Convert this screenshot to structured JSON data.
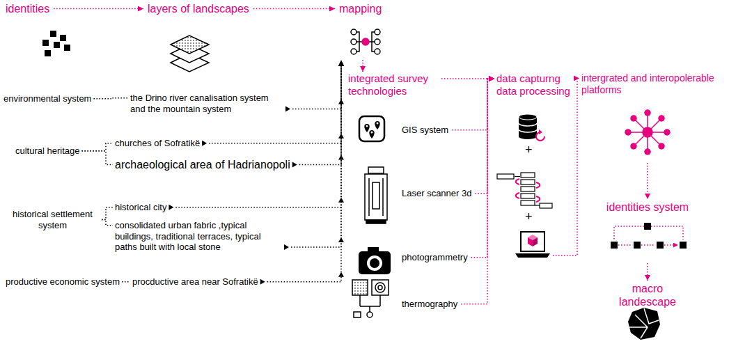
{
  "diagram": {
    "nodes": [
      {
        "text": [
          "identities"
        ]
      },
      {
        "text": [
          "layers of landscapes"
        ]
      },
      {
        "text": [
          "mapping"
        ]
      },
      {
        "text": [
          "environmental system"
        ]
      },
      {
        "text": [
          "the Drino river canalisation system and the mountain system"
        ]
      },
      {
        "text": [
          "cultural heritage"
        ]
      },
      {
        "text": [
          "churches of Sofratikë"
        ]
      },
      {
        "text": [
          "archaeological area of Hadrianopoli"
        ]
      },
      {
        "text": [
          "historical settlement system"
        ]
      },
      {
        "text": [
          "historical city"
        ]
      },
      {
        "text": [
          "consolidated urban fabric ,typical buildings, traditional terraces, typical paths built with local stone"
        ]
      },
      {
        "text": [
          "productive economic system"
        ]
      },
      {
        "text": [
          "procductive area near Sofratikë"
        ]
      },
      {
        "text": [
          "integrated survey technologies"
        ]
      },
      {
        "text": [
          "GIS system"
        ]
      },
      {
        "text": [
          "Laser scanner 3d"
        ]
      },
      {
        "text": [
          "photogrammetry"
        ]
      },
      {
        "text": [
          "thermography"
        ]
      },
      {
        "text": [
          "data capturng data processing"
        ]
      },
      {
        "text": [
          "intergrated and interopolerable platforms"
        ]
      },
      {
        "text": [
          "identities system"
        ]
      },
      {
        "text": [
          "macro landescape"
        ]
      }
    ],
    "edges": [
      {
        "from": 0,
        "to": 1,
        "arrow": "to"
      },
      {
        "from": 1,
        "to": 2,
        "arrow": "to"
      },
      {
        "from": 3,
        "to": 4,
        "arrow": "none"
      },
      {
        "from": 4,
        "to": 2,
        "arrow": "to"
      },
      {
        "from": 5,
        "to": 6,
        "arrow": "none"
      },
      {
        "from": 5,
        "to": 7,
        "arrow": "none"
      },
      {
        "from": 6,
        "to": 2,
        "arrow": "to"
      },
      {
        "from": 7,
        "to": 2,
        "arrow": "to"
      },
      {
        "from": 8,
        "to": 9,
        "arrow": "none"
      },
      {
        "from": 8,
        "to": 10,
        "arrow": "none"
      },
      {
        "from": 9,
        "to": 2,
        "arrow": "to"
      },
      {
        "from": 10,
        "to": 2,
        "arrow": "to"
      },
      {
        "from": 11,
        "to": 12,
        "arrow": "none"
      },
      {
        "from": 12,
        "to": 2,
        "arrow": "to"
      },
      {
        "from": 2,
        "to": 13,
        "arrow": "to"
      },
      {
        "from": 13,
        "to": 18,
        "arrow": "to"
      },
      {
        "from": 14,
        "to": 18,
        "arrow": "to"
      },
      {
        "from": 15,
        "to": 18,
        "arrow": "to"
      },
      {
        "from": 16,
        "to": 18,
        "arrow": "to"
      },
      {
        "from": 17,
        "to": 18,
        "arrow": "to"
      },
      {
        "from": 18,
        "to": 19,
        "arrow": "to"
      },
      {
        "from": 19,
        "to": 20,
        "arrow": "to"
      },
      {
        "from": 20,
        "to": 21,
        "arrow": "to"
      }
    ],
    "labels": [
      "+",
      "+"
    ]
  }
}
